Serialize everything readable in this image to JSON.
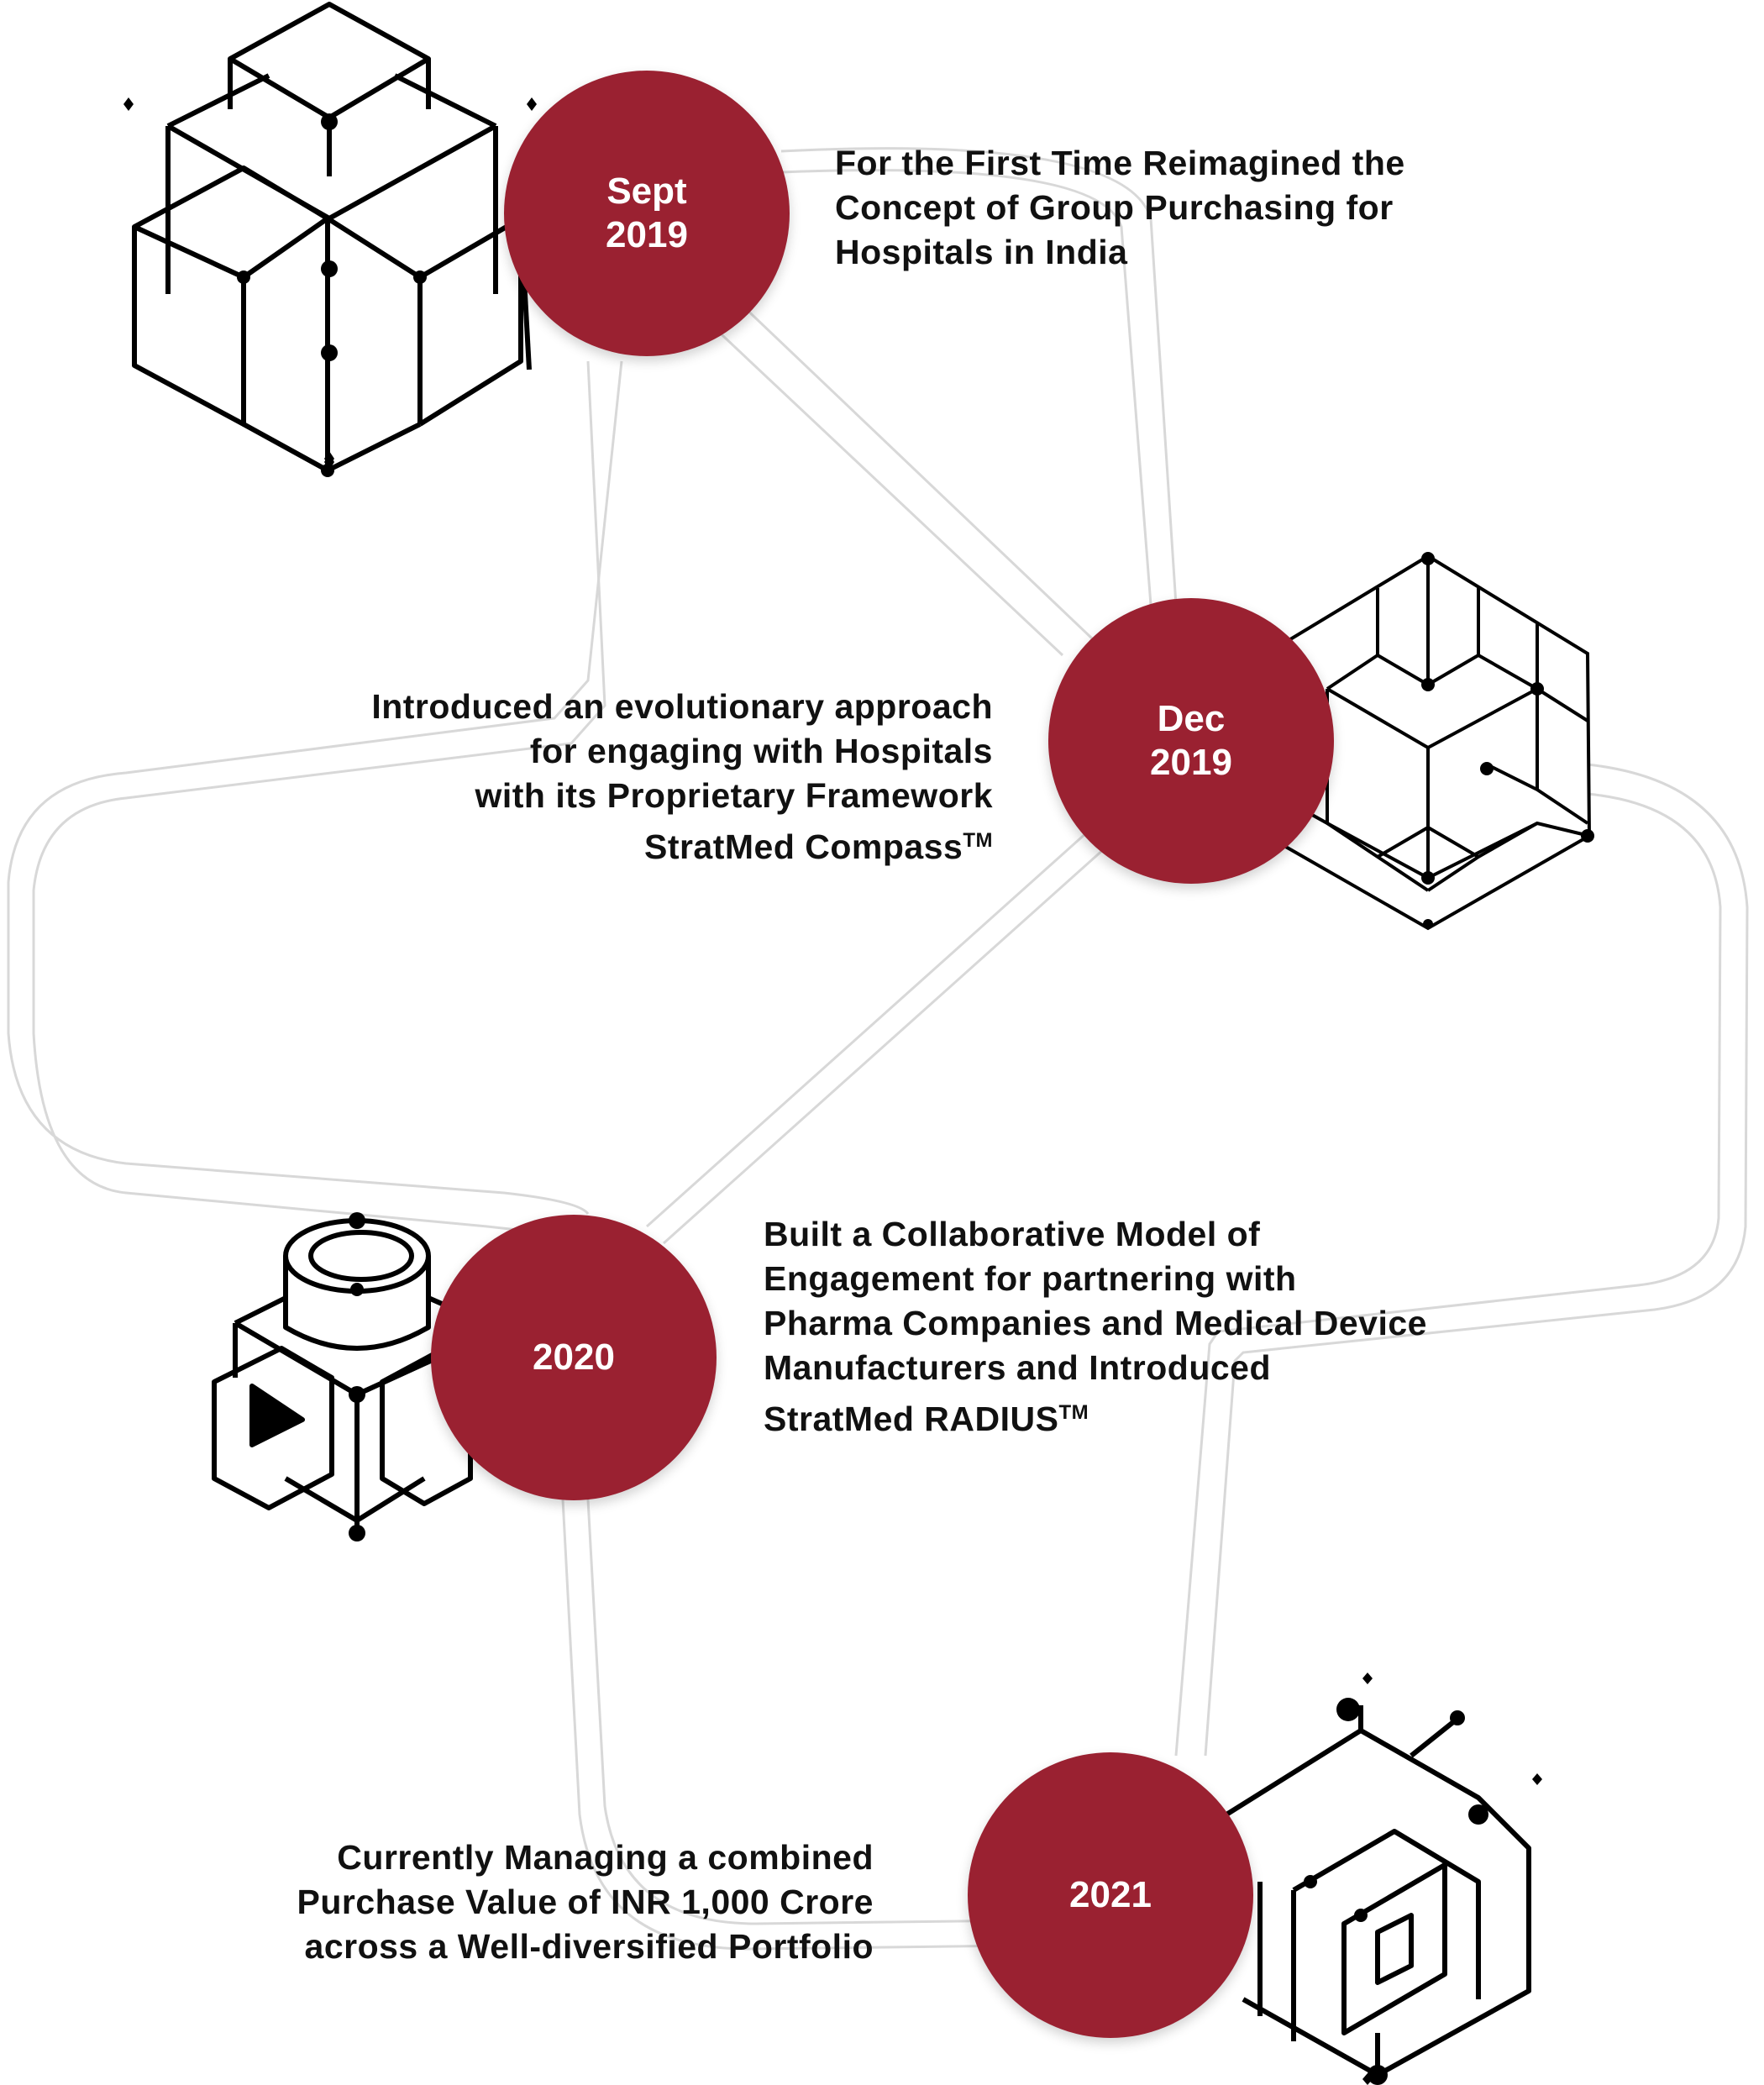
{
  "theme": {
    "accent": "#9a2131",
    "text": "#111111",
    "circle_text": "#ffffff",
    "path_stroke": "#d4d4d4",
    "icon_stroke": "#000000"
  },
  "milestones": [
    {
      "date_line1": "Sept",
      "date_line2": "2019",
      "icon": "stacked-cubes-icon",
      "description": [
        "For the First Time Reimagined the",
        "Concept of Group Purchasing for",
        "Hospitals in India"
      ]
    },
    {
      "date_line1": "Dec",
      "date_line2": "2019",
      "icon": "hexagonal-cube-grid-icon",
      "description": [
        "Introduced an evolutionary approach",
        "for engaging with Hospitals",
        "with its Proprietary Framework",
        "StratMed Compass"
      ],
      "trademark": "TM"
    },
    {
      "date_line1": "2020",
      "date_line2": "",
      "icon": "modular-block-icon",
      "description": [
        "Built a Collaborative Model of",
        "Engagement for partnering with",
        "Pharma Companies and Medical Device",
        "Manufacturers and Introduced",
        "StratMed RADIUS"
      ],
      "trademark": "TM"
    },
    {
      "date_line1": "2021",
      "date_line2": "",
      "icon": "maze-cube-icon",
      "description": [
        "Currently Managing a combined",
        "Purchase Value of INR 1,000 Crore",
        "across a Well-diversified Portfolio"
      ]
    }
  ]
}
